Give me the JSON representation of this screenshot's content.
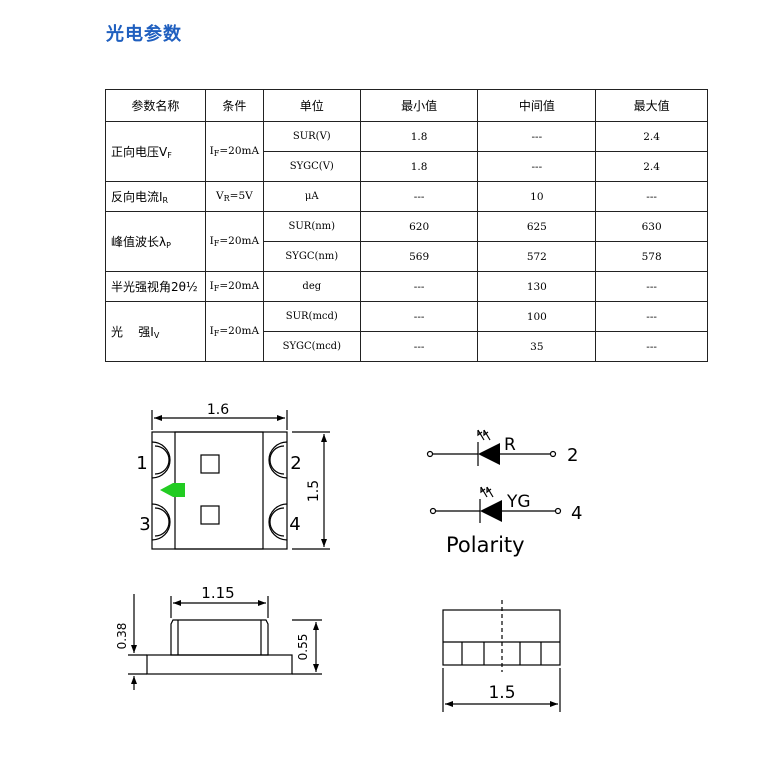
{
  "title": "光电参数",
  "table": {
    "headers": [
      "参数名称",
      "条件",
      "单位",
      "最小值",
      "中间值",
      "最大值"
    ],
    "rows": [
      {
        "param": "正向电压V",
        "param_sub": "F",
        "cond": "I",
        "cond_sub": "F",
        "cond_rest": "=20mA",
        "subs": [
          {
            "unit": "SUR(V)",
            "min": "1.8",
            "typ": "---",
            "max": "2.4"
          },
          {
            "unit": "SYGC(V)",
            "min": "1.8",
            "typ": "---",
            "max": "2.4"
          }
        ]
      },
      {
        "param": "反向电流I",
        "param_sub": "R",
        "cond": "V",
        "cond_sub": "R",
        "cond_rest": "=5V",
        "subs": [
          {
            "unit": "μA",
            "min": "---",
            "typ": "10",
            "max": "---"
          }
        ]
      },
      {
        "param": "峰值波长λ",
        "param_sub": "P",
        "cond": "I",
        "cond_sub": "F",
        "cond_rest": "=20mA",
        "subs": [
          {
            "unit": "SUR(nm)",
            "min": "620",
            "typ": "625",
            "max": "630"
          },
          {
            "unit": "SYGC(nm)",
            "min": "569",
            "typ": "572",
            "max": "578"
          }
        ]
      },
      {
        "param": "半光强视角2θ½",
        "param_sub": "",
        "cond": "I",
        "cond_sub": "F",
        "cond_rest": "=20mA",
        "subs": [
          {
            "unit": "deg",
            "min": "---",
            "typ": "130",
            "max": "---"
          }
        ]
      },
      {
        "param": "光    强I",
        "param_sub": "V",
        "cond": "I",
        "cond_sub": "F",
        "cond_rest": "=20mA",
        "subs": [
          {
            "unit": "SUR(mcd)",
            "min": "---",
            "typ": "100",
            "max": "---"
          },
          {
            "unit": "SYGC(mcd)",
            "min": "---",
            "typ": "35",
            "max": "---"
          }
        ]
      }
    ]
  },
  "top_view": {
    "width_label": "1.6",
    "height_label": "1.5",
    "pins": [
      "1",
      "2",
      "3",
      "4"
    ]
  },
  "polarity": {
    "label": "Polarity",
    "led1": "R",
    "led1_pin": "2",
    "led2": "YG",
    "led2_pin": "4"
  },
  "side_view": {
    "width_label": "1.15",
    "left_label": "0.38",
    "right_label": "0.55"
  },
  "bottom_view": {
    "width_label": "1.5"
  },
  "colors": {
    "title": "#1f5fbf",
    "marker": "#22cc22"
  }
}
